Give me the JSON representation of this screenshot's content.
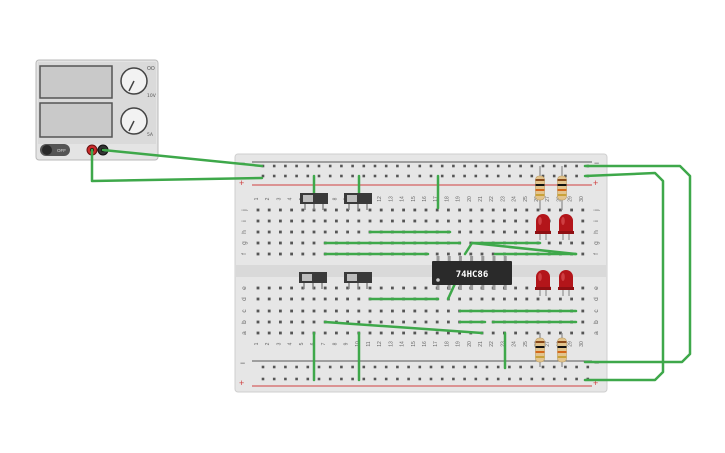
{
  "power_supply": {
    "switch_label": "OFF",
    "knob_top_label": "10V",
    "knob_bottom_label": "5A"
  },
  "breadboard": {
    "columns": 30,
    "top_row_letters": [
      "j",
      "i",
      "h",
      "g",
      "f"
    ],
    "bottom_row_letters": [
      "e",
      "d",
      "c",
      "b",
      "a"
    ],
    "rail_minus": "−",
    "rail_plus": "+"
  },
  "chip": {
    "label": "74HC86"
  },
  "colors": {
    "wire": "#3ea84a",
    "led": "#b3151a",
    "chip_body": "#2a2a2a",
    "board": "#e6e6e6",
    "rail_red": "#d04040",
    "rail_dark": "#555555"
  },
  "leds": {
    "count": 4,
    "color": "red"
  },
  "resistors": {
    "count": 4
  },
  "switches": {
    "count": 4
  }
}
